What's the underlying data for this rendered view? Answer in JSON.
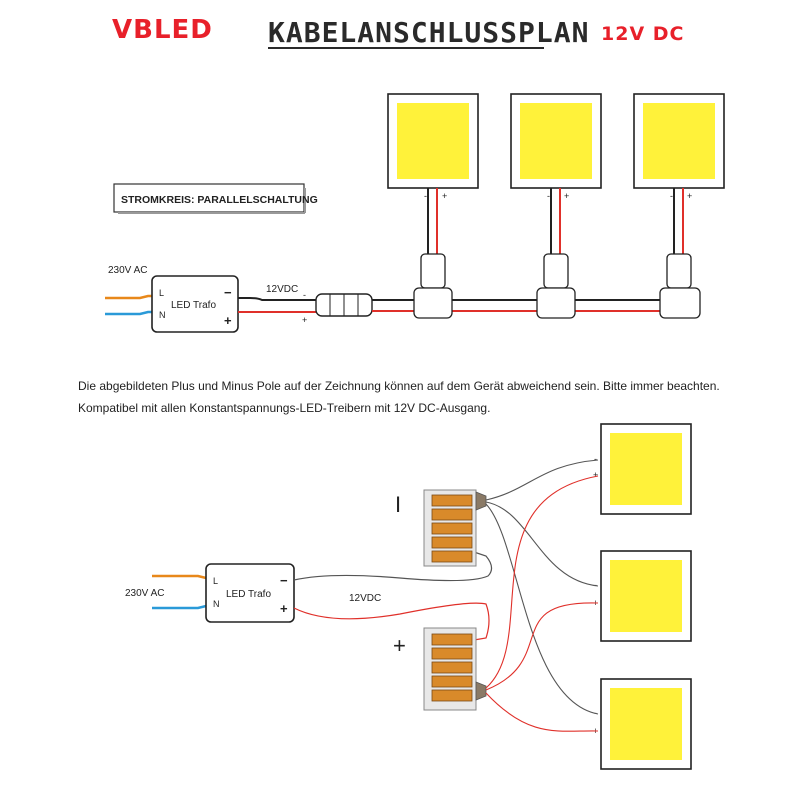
{
  "header": {
    "brand": "VBLED",
    "title": "KABELANSCHLUSSPLAN",
    "voltage": "12V DC"
  },
  "top_diagram": {
    "circuit_label": "STROMKREIS: PARALLELSCHALTUNG",
    "input_label": "230V AC",
    "output_label": "12VDC",
    "trafo": {
      "name": "LED Trafo",
      "l": "L",
      "n": "N",
      "minus": "−",
      "plus": "+"
    },
    "pole_minus": "-",
    "pole_plus": "+"
  },
  "notes": {
    "line1": "Die abgebildeten Plus und Minus Pole auf der Zeichnung können auf dem Gerät abweichend sein. Bitte immer beachten.",
    "line2": "Kompatibel mit allen Konstantspannungs-LED-Treibern mit 12V DC-Ausgang."
  },
  "bottom_diagram": {
    "input_label": "230V AC",
    "output_label": "12VDC",
    "trafo": {
      "name": "LED Trafo",
      "l": "L",
      "n": "N",
      "minus": "−",
      "plus": "+"
    },
    "terminal_minus_symbol": "I",
    "terminal_plus_symbol": "+",
    "pole_minus": "-",
    "pole_plus": "+"
  },
  "colors": {
    "brand_red": "#e8202a",
    "led_yellow": "#fff23a",
    "wire_red": "#e0302a",
    "wire_black": "#222222",
    "wire_orange": "#e8881a",
    "wire_blue": "#2a9ad8",
    "terminal_orange": "#d98a2a"
  }
}
